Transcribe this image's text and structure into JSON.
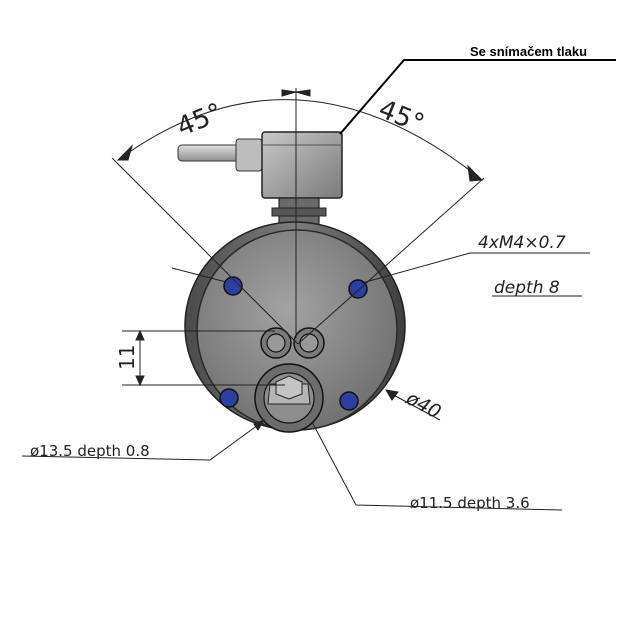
{
  "callout": {
    "label": "Se snímačem tlaku"
  },
  "dimensions": {
    "angle_left": "45°",
    "angle_right": "45°",
    "thread": "4xM4×0.7",
    "thread_depth": "depth 8",
    "height": "11",
    "diameter_outer": "ø40",
    "recess": "ø13.5 depth 0.8",
    "bore": "ø11.5 depth 3.6"
  },
  "colors": {
    "body": "#8a8a8a",
    "body_dark": "#5f5f5f",
    "edge": "#2a2a2a",
    "hole": "#2b3fa0",
    "line": "#222222"
  }
}
